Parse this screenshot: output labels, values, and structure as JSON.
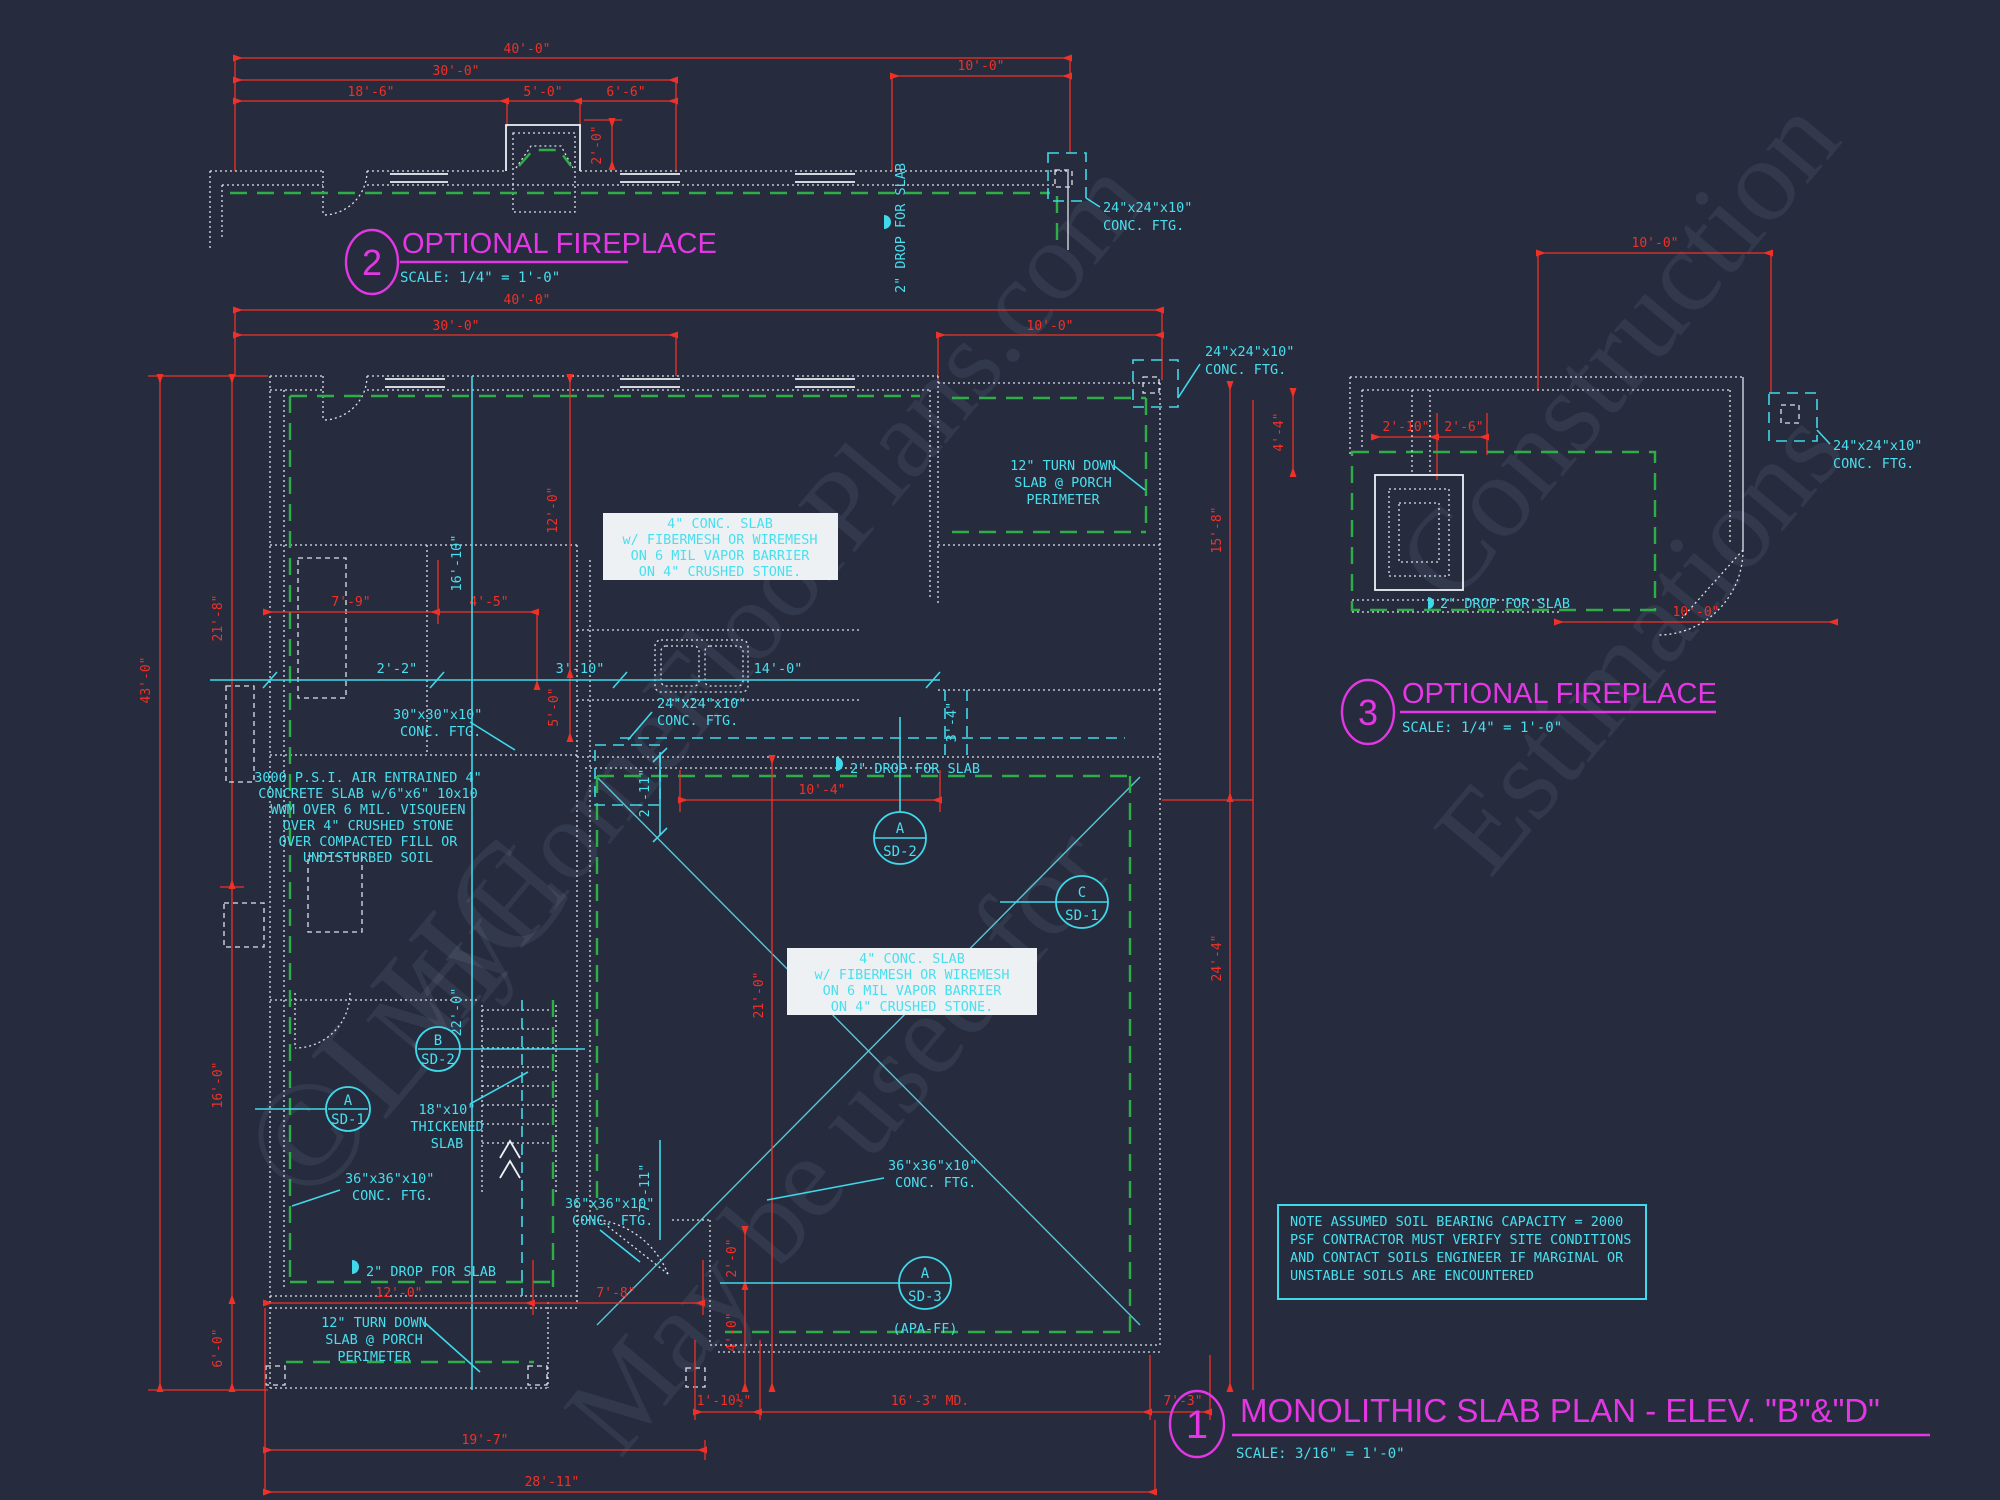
{
  "colors": {
    "background": "#262c3e",
    "dimension_red": "#f03127",
    "annotation_cyan": "#49dfee",
    "footing_green": "#2fae47",
    "wall_white": "#dde2ec",
    "title_magenta": "#e437e4",
    "spec_box_bg": "#eef1f4"
  },
  "watermark": {
    "l1": "©LHC",
    "l2": "MyHomeFloorPlans.com",
    "l3": "May be used for",
    "l4": "Construction",
    "l5": "Estimations"
  },
  "titles": {
    "detail2": {
      "number": "2",
      "title": "OPTIONAL FIREPLACE",
      "scale": "SCALE: 1/4\" = 1'-0\""
    },
    "detail3": {
      "number": "3",
      "title": "OPTIONAL FIREPLACE",
      "scale": "SCALE: 1/4\" = 1'-0\""
    },
    "plan": {
      "number": "1",
      "title": "MONOLITHIC SLAB PLAN - ELEV. \"B\"&\"D\"",
      "scale": "SCALE: 3/16\" = 1'-0\""
    }
  },
  "note": {
    "l1": "NOTE ASSUMED SOIL BEARING CAPACITY = 2000",
    "l2": "PSF CONTRACTOR MUST VERIFY SITE CONDITIONS",
    "l3": "AND CONTACT SOILS ENGINEER IF MARGINAL OR",
    "l4": "UNSTABLE SOILS ARE ENCOUNTERED"
  },
  "slab_spec": {
    "l1": "4\" CONC. SLAB",
    "l2": "w/ FIBERMESH OR WIREMESH",
    "l3": "ON 6 MIL VAPOR BARRIER",
    "l4": "ON 4\" CRUSHED STONE."
  },
  "soil_spec": {
    "l1": "3000 P.S.I. AIR ENTRAINED 4\"",
    "l2": "CONCRETE SLAB w/6\"x6\" 10x10",
    "l3": "WWM OVER 6 MIL. VISQUEEN",
    "l4": "OVER 4\" CRUSHED STONE",
    "l5": "OVER COMPACTED FILL OR",
    "l6": "UNDISTURBED SOIL"
  },
  "labels": {
    "ftg24_1": "24\"x24\"x10\"",
    "ftg24_2": "CONC. FTG.",
    "ftg30_1": "30\"x30\"x10\"",
    "ftg30_2": "CONC. FTG.",
    "ftg36_1": "36\"x36\"x10\"",
    "ftg36_2": "CONC. FTG.",
    "drop": "2\" DROP FOR SLAB",
    "turn_1": "12\" TURN DOWN",
    "turn_2": "SLAB @ PORCH",
    "turn_3": "PERIMETER",
    "thick_1": "18\"x10\"",
    "thick_2": "THICKENED",
    "thick_3": "SLAB",
    "apaff": "(APA-FF)"
  },
  "marks": {
    "a_sd1_l": "A",
    "a_sd1_n": "SD-1",
    "b_sd2_l": "B",
    "b_sd2_n": "SD-2",
    "a_sd2_l": "A",
    "a_sd2_n": "SD-2",
    "c_sd1_l": "C",
    "c_sd1_n": "SD-1",
    "a_sd3_l": "A",
    "a_sd3_n": "SD-3"
  },
  "dims": {
    "d2_40": "40'-0\"",
    "d2_30": "30'-0\"",
    "d2_10": "10'-0\"",
    "d2_186": "18'-6\"",
    "d2_50": "5'-0\"",
    "d2_66": "6'-6\"",
    "d2_20": "2'-0\"",
    "p_40": "40'-0\"",
    "p_30": "30'-0\"",
    "p_10": "10'-0\"",
    "p_43": "43'-0\"",
    "p_218": "21'-8\"",
    "p_160": "16'-0\"",
    "p_60": "6'-0\"",
    "p_79": "7'-9\"",
    "p_45": "4'-5\"",
    "p_12v": "12'-0\"",
    "p_5v": "5'-0\"",
    "p_1610": "16'-10\"",
    "p_22": "22'-0\"",
    "p_2_2": "2'-2\"",
    "p_3_10": "3'-10\"",
    "p_14_0": "14'-0\"",
    "p_2_11": "2'-11\"",
    "p_7_11": "7'-11\"",
    "p_3_4": "3'-4\"",
    "p_10_4": "10'-4\"",
    "p_21_0": "21'-0\"",
    "p_2_0": "2'-0\"",
    "p_4_0": "4'-0\"",
    "p_15_8": "15'-8\"",
    "p_24_4": "24'-4\"",
    "p_12b": "12'-0\"",
    "p_7_8": "7'-8\"",
    "p_1_10h": "1'-10½\"",
    "p_16_3": "16'-3\" MD.",
    "p_7_3": "7'-3\"",
    "p_19_7": "19'-7\"",
    "p_28_11": "28'-11\"",
    "d3_10a": "10'-0\"",
    "d3_10b": "10'-0\"",
    "d3_2_10": "2'-10\"",
    "d3_2_6": "2'-6\"",
    "d3_4_4": "4'-4\""
  }
}
